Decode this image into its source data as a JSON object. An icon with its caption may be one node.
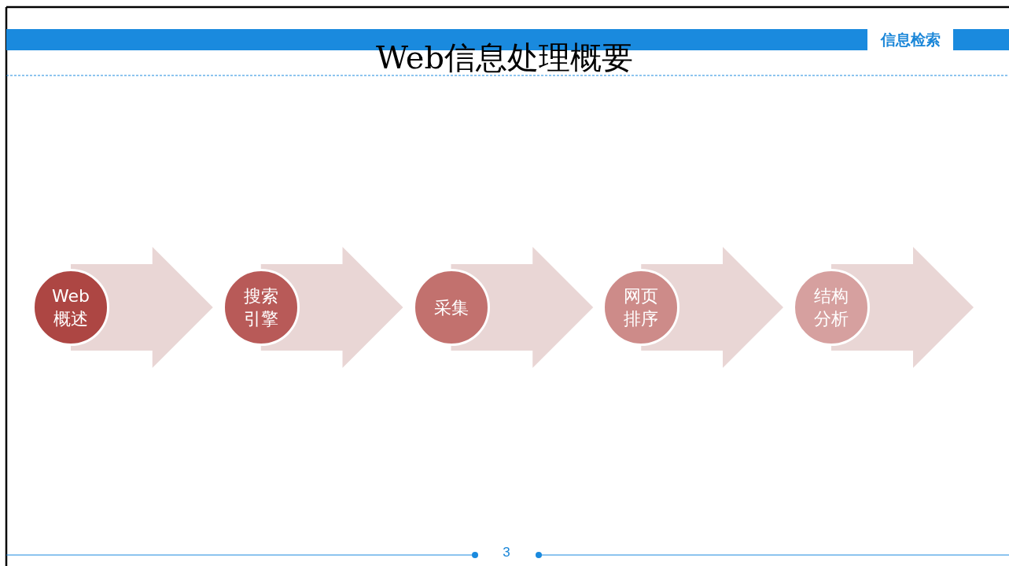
{
  "diagram": {
    "title": "Web信息处理概要",
    "nodes": [
      {
        "text": [
          "Web概述"
        ]
      },
      {
        "text": [
          "搜索引擎"
        ]
      },
      {
        "text": [
          "采集"
        ]
      },
      {
        "text": [
          "网页排序"
        ]
      },
      {
        "text": [
          "结构分析"
        ]
      }
    ],
    "edges": [
      {
        "from": 0,
        "to": 1,
        "arrow": "to"
      },
      {
        "from": 1,
        "to": 2,
        "arrow": "to"
      },
      {
        "from": 2,
        "to": 3,
        "arrow": "to"
      },
      {
        "from": 3,
        "to": 4,
        "arrow": "to"
      },
      {
        "from": 4,
        "to": null,
        "arrow": "to"
      }
    ],
    "labels": [
      "信息检索",
      "3"
    ]
  }
}
